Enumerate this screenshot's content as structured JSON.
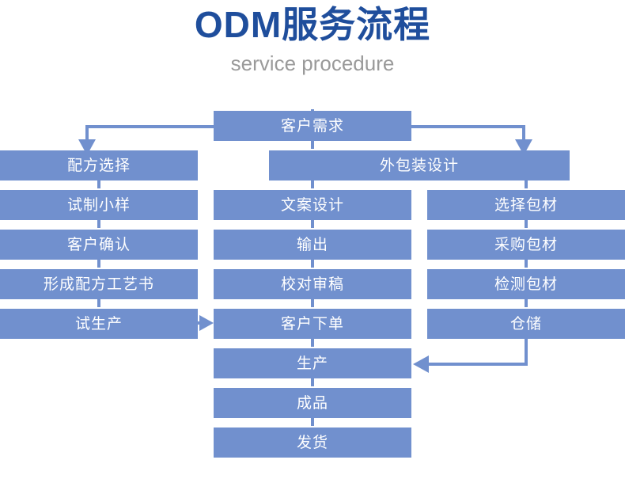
{
  "header": {
    "title": "ODM服务流程",
    "subtitle": "service procedure",
    "title_color": "#1F4E9C",
    "subtitle_color": "#9A9A9A"
  },
  "theme": {
    "node_fill": "#7190CE",
    "node_text": "#FFFFFF",
    "connector": "#7190CE",
    "background": "#FFFFFF"
  },
  "chart_data": {
    "type": "diagram",
    "title": "ODM服务流程",
    "subtitle": "service procedure",
    "nodes": [
      {
        "id": "n0",
        "label": "客户需求",
        "column": "top",
        "row": 0
      },
      {
        "id": "n1",
        "label": "配方选择",
        "column": "left",
        "row": 1
      },
      {
        "id": "n2",
        "label": "试制小样",
        "column": "left",
        "row": 2
      },
      {
        "id": "n3",
        "label": "客户确认",
        "column": "left",
        "row": 3
      },
      {
        "id": "n4",
        "label": "形成配方工艺书",
        "column": "left",
        "row": 4
      },
      {
        "id": "n5",
        "label": "试生产",
        "column": "left",
        "row": 5
      },
      {
        "id": "n6",
        "label": "外包装设计",
        "column": "right-span",
        "row": 1
      },
      {
        "id": "n7",
        "label": "文案设计",
        "column": "middle",
        "row": 2
      },
      {
        "id": "n8",
        "label": "输出",
        "column": "middle",
        "row": 3
      },
      {
        "id": "n9",
        "label": "校对审稿",
        "column": "middle",
        "row": 4
      },
      {
        "id": "n10",
        "label": "客户下单",
        "column": "middle",
        "row": 5
      },
      {
        "id": "n11",
        "label": "选择包材",
        "column": "right",
        "row": 2
      },
      {
        "id": "n12",
        "label": "采购包材",
        "column": "right",
        "row": 3
      },
      {
        "id": "n13",
        "label": "检测包材",
        "column": "right",
        "row": 4
      },
      {
        "id": "n14",
        "label": "仓储",
        "column": "right",
        "row": 5
      },
      {
        "id": "n15",
        "label": "生产",
        "column": "middle",
        "row": 6
      },
      {
        "id": "n16",
        "label": "成品",
        "column": "middle",
        "row": 7
      },
      {
        "id": "n17",
        "label": "发货",
        "column": "middle",
        "row": 8
      }
    ],
    "edges": [
      {
        "from": "n0",
        "to": "n1",
        "style": "elbow-left-down",
        "arrow": "down"
      },
      {
        "from": "n0",
        "to": "n6",
        "style": "elbow-right-down",
        "arrow": "down"
      },
      {
        "from": "n1",
        "to": "n2",
        "style": "straight-down",
        "arrow": "none"
      },
      {
        "from": "n2",
        "to": "n3",
        "style": "straight-down",
        "arrow": "none"
      },
      {
        "from": "n3",
        "to": "n4",
        "style": "straight-down",
        "arrow": "none"
      },
      {
        "from": "n4",
        "to": "n5",
        "style": "straight-down",
        "arrow": "none"
      },
      {
        "from": "n5",
        "to": "n10",
        "style": "straight-right",
        "arrow": "right"
      },
      {
        "from": "n6",
        "to": "n7",
        "style": "straight-down",
        "arrow": "none"
      },
      {
        "from": "n7",
        "to": "n8",
        "style": "straight-down",
        "arrow": "none"
      },
      {
        "from": "n8",
        "to": "n9",
        "style": "straight-down",
        "arrow": "none"
      },
      {
        "from": "n9",
        "to": "n10",
        "style": "straight-down",
        "arrow": "none"
      },
      {
        "from": "n6",
        "to": "n11",
        "style": "straight-down",
        "arrow": "none"
      },
      {
        "from": "n11",
        "to": "n12",
        "style": "straight-down",
        "arrow": "none"
      },
      {
        "from": "n12",
        "to": "n13",
        "style": "straight-down",
        "arrow": "none"
      },
      {
        "from": "n13",
        "to": "n14",
        "style": "straight-down",
        "arrow": "none"
      },
      {
        "from": "n10",
        "to": "n15",
        "style": "straight-down",
        "arrow": "none"
      },
      {
        "from": "n14",
        "to": "n15",
        "style": "elbow-down-left",
        "arrow": "left"
      },
      {
        "from": "n15",
        "to": "n16",
        "style": "straight-down",
        "arrow": "none"
      },
      {
        "from": "n16",
        "to": "n17",
        "style": "straight-down",
        "arrow": "none"
      }
    ]
  }
}
